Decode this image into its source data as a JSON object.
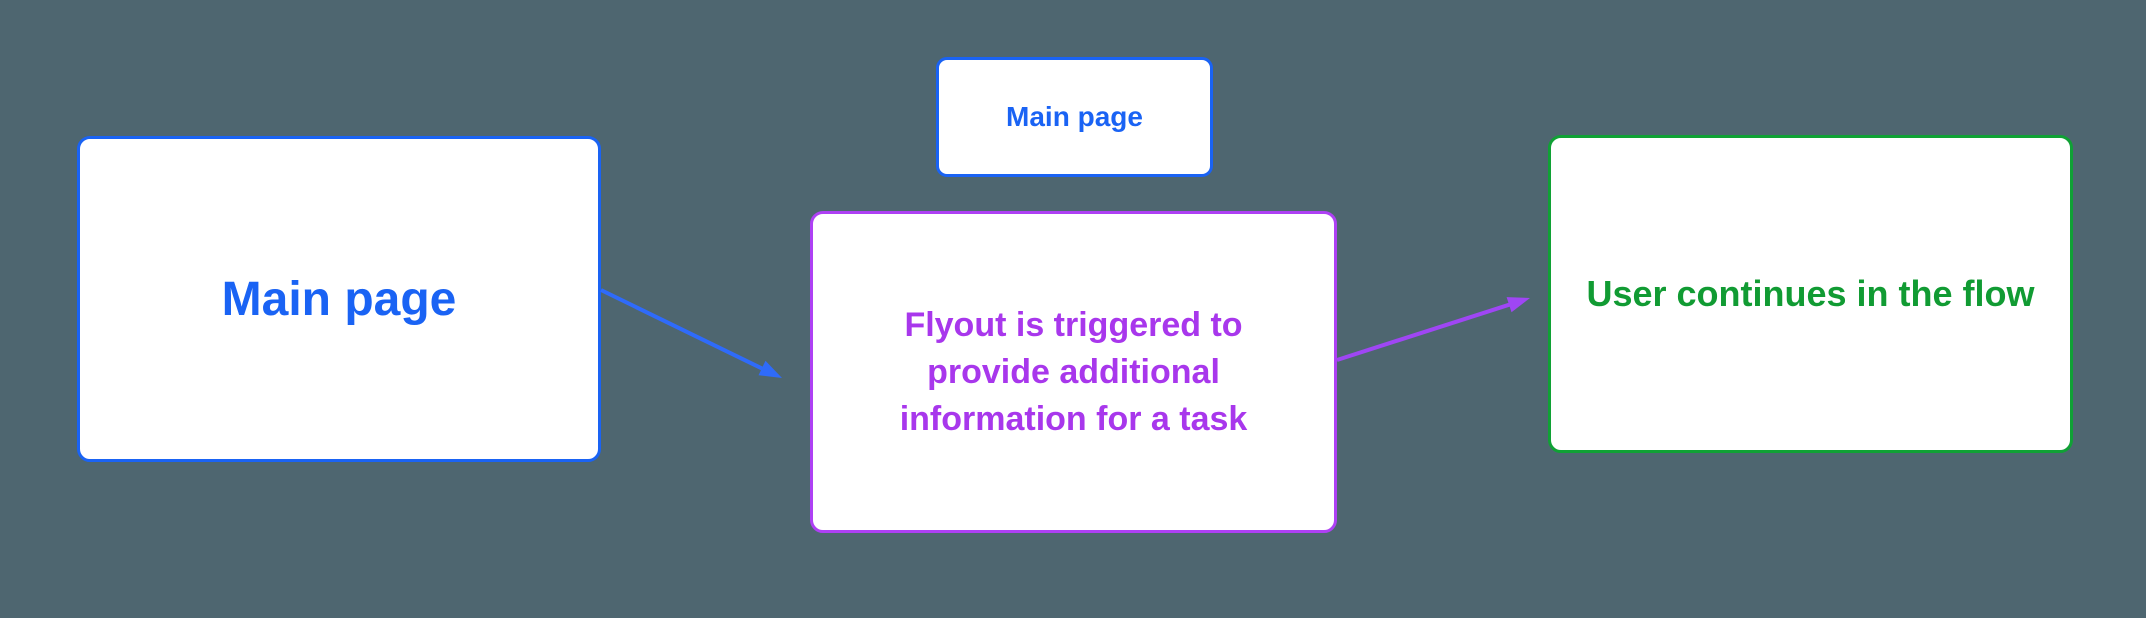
{
  "canvas": {
    "background_color": "#4E6670"
  },
  "nodes": {
    "main_page": {
      "label": "Main page",
      "text_color": "#1A63F4",
      "border_color": "#1A63F4"
    },
    "main_page_small": {
      "label": "Main page",
      "text_color": "#1A63F4",
      "border_color": "#1A63F4"
    },
    "flyout": {
      "label": "Flyout is triggered to provide additional information for a task",
      "text_color": "#A837EC",
      "border_color": "#AE40F4"
    },
    "continue_flow": {
      "label": "User continues in the flow",
      "text_color": "#119B33",
      "border_color": "#10A135"
    }
  },
  "arrows": [
    {
      "name": "main-page-to-flyout",
      "color": "#2F6BFA"
    },
    {
      "name": "flyout-to-continue",
      "color": "#9F46F4"
    }
  ]
}
